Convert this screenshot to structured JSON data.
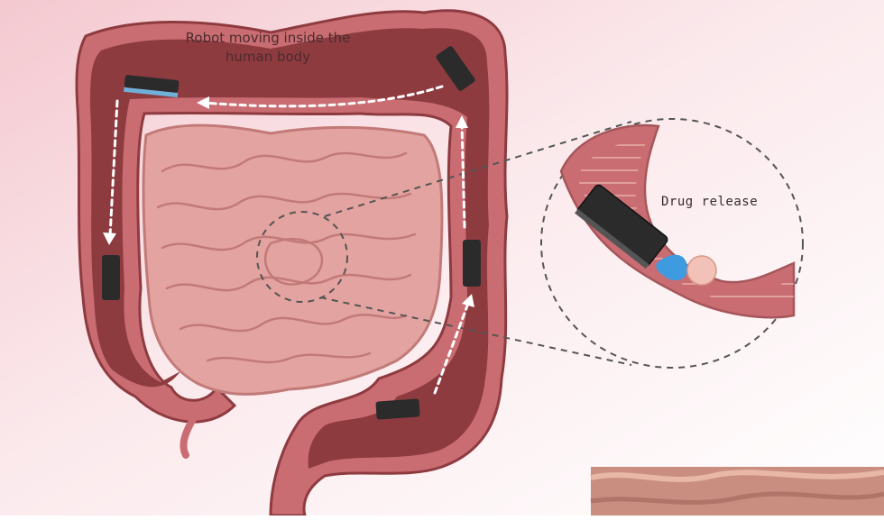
{
  "labels": {
    "robot_moving": [
      "Robot moving inside the",
      "human body"
    ],
    "drug_release": "Drug release"
  },
  "colors": {
    "background": "#fbe9ec",
    "colon_wall": "#8e3b40",
    "colon_outer": "#c96d73",
    "intestine": "#e3a3a0",
    "intestine_dark": "#c27a78",
    "robot": "#2b2b2b",
    "robot_highlight": "#6fb0d9",
    "drug": "#3f9be0",
    "arrow": "#ffffff",
    "dashed_line": "#555555"
  }
}
